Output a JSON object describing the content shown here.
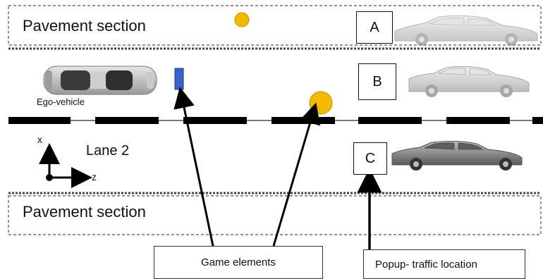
{
  "sections": {
    "top_pavement": "Pavement section",
    "bottom_pavement": "Pavement section",
    "lane2": "Lane 2"
  },
  "ego_vehicle_label": "Ego-vehicle",
  "axes": {
    "x": "x",
    "z": "z"
  },
  "popup_positions": [
    "A",
    "B",
    "C"
  ],
  "callouts": {
    "game_elements": "Game elements",
    "popup_traffic": "Popup- traffic location"
  },
  "colors": {
    "coin": "#f5b800",
    "block": "#3a63c8",
    "lane_marking": "#000000"
  },
  "icons": [
    "car-icon",
    "coin-icon",
    "block-icon",
    "axis-icon"
  ]
}
